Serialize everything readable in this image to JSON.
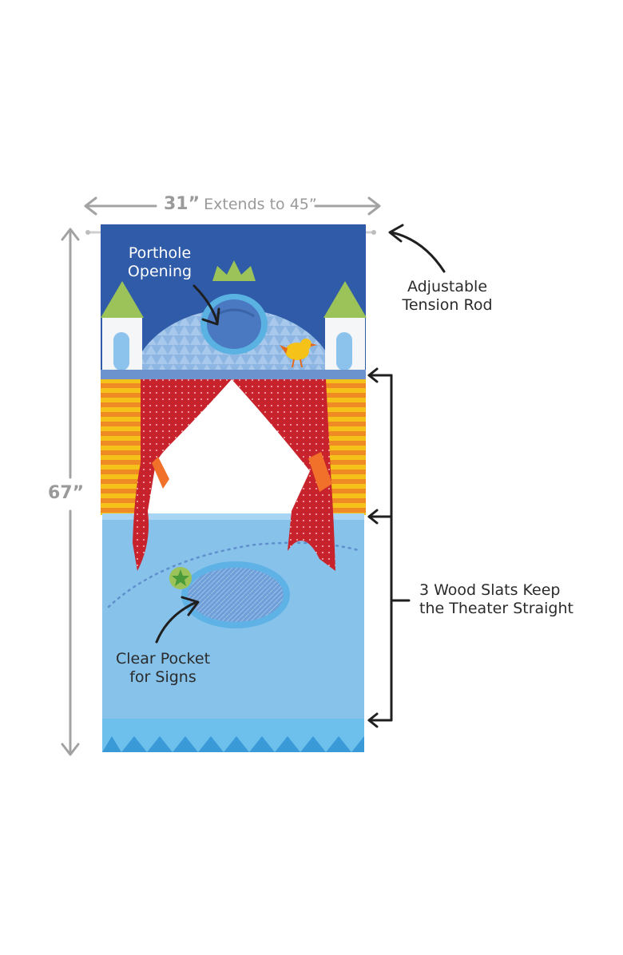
{
  "dimensions": {
    "width_main": "31”",
    "width_extended": "Extends to 45”",
    "height": "67”"
  },
  "callouts": {
    "porthole": [
      "Porthole",
      "Opening"
    ],
    "tension_rod": [
      "Adjustable",
      "Tension Rod"
    ],
    "wood_slats": [
      "3 Wood Slats Keep",
      "the Theater Straight"
    ],
    "clear_pocket": [
      "Clear Pocket",
      "for Signs"
    ]
  },
  "colors": {
    "top_panel": "#2f5ba8",
    "lower_panel": "#86c2ea",
    "curtain": "#c8232c",
    "stripe_orange": "#f08a24",
    "stripe_yellow": "#f5c21a",
    "tower_roof": "#9bc35a",
    "dimension_gray": "#a3a3a3",
    "arrow_black": "#1f1f1f"
  }
}
